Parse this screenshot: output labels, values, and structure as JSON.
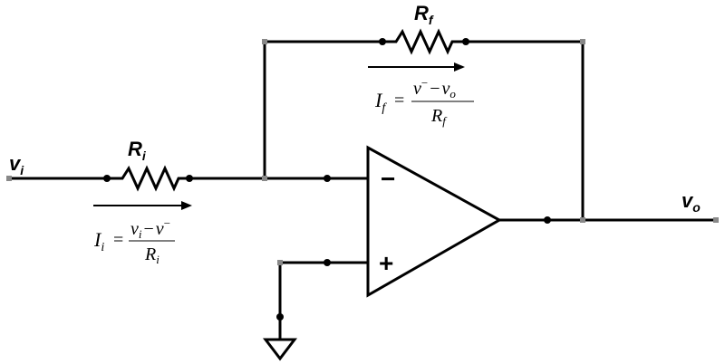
{
  "labels": {
    "vi_main": "v",
    "vi_sub": "i",
    "vo_main": "v",
    "vo_sub": "o",
    "ri_main": "R",
    "ri_sub": "i",
    "rf_main": "R",
    "rf_sub": "f",
    "minus_sign": "−",
    "plus_sign": "+"
  },
  "eq_i": {
    "lhs_main": "I",
    "lhs_sub": "i",
    "equals": "=",
    "num_v1": "v",
    "num_v1_sub": "i",
    "num_minus": "−",
    "num_v2": "v",
    "num_v2_sup": "−",
    "den_main": "R",
    "den_sub": "i"
  },
  "eq_f": {
    "lhs_main": "I",
    "lhs_sub": "f",
    "equals": "=",
    "num_v1": "v",
    "num_v1_sup": "−",
    "num_minus": "−",
    "num_v2": "v",
    "num_v2_sub": "o",
    "den_main": "R",
    "den_sub": "f"
  }
}
